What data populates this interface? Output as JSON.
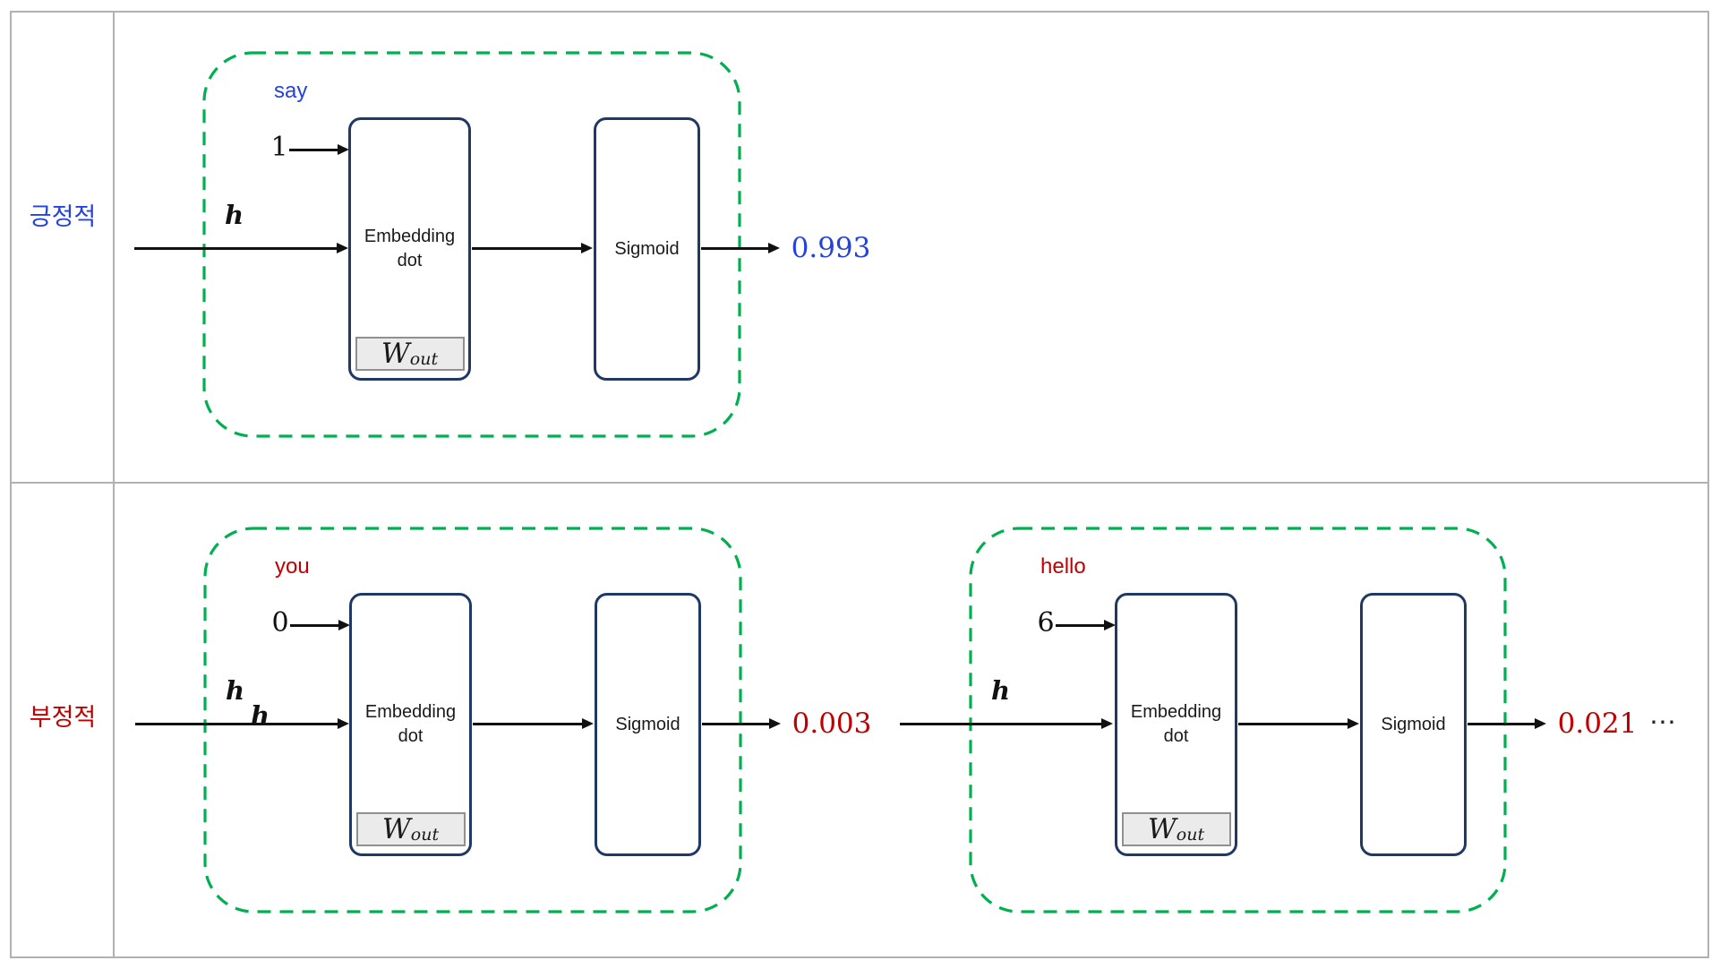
{
  "colors": {
    "positive_blue": "#2342e0",
    "negative_red": "#c00000",
    "group_green": "#00b050",
    "box_navy": "#203864"
  },
  "row1": {
    "label": "긍정적",
    "unit": {
      "word": "say",
      "index": "1",
      "hidden": "h",
      "embed_line1": "Embedding",
      "embed_line2": "dot",
      "weight_main": "W",
      "weight_sub": "out",
      "sigmoid": "Sigmoid",
      "output": "0.993"
    }
  },
  "row2": {
    "label": "부정적",
    "unit1": {
      "word": "you",
      "index": "0",
      "hidden": "h",
      "hidden2": "h",
      "embed_line1": "Embedding",
      "embed_line2": "dot",
      "weight_main": "W",
      "weight_sub": "out",
      "sigmoid": "Sigmoid",
      "output": "0.003"
    },
    "unit2": {
      "word": "hello",
      "index": "6",
      "hidden": "h",
      "embed_line1": "Embedding",
      "embed_line2": "dot",
      "weight_main": "W",
      "weight_sub": "out",
      "sigmoid": "Sigmoid",
      "output": "0.021"
    },
    "ellipsis": "⋯"
  }
}
